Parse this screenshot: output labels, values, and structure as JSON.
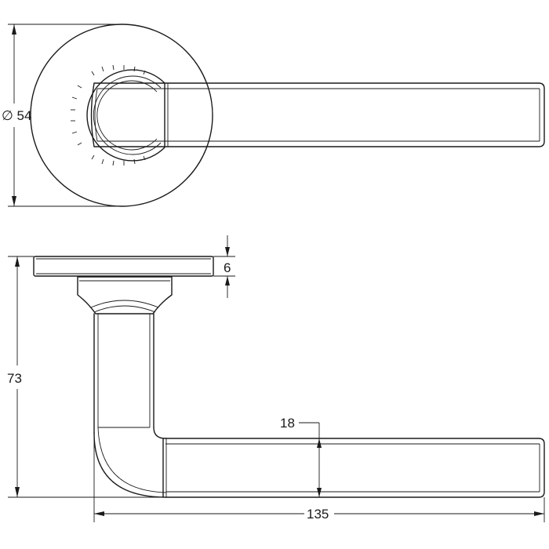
{
  "dimensions": {
    "rose_diameter": "∅ 54",
    "rose_thickness": "6",
    "height": "73",
    "lever_thickness": "18",
    "projection": "135"
  },
  "colors": {
    "line": "#1a1a1a",
    "background": "#ffffff"
  }
}
